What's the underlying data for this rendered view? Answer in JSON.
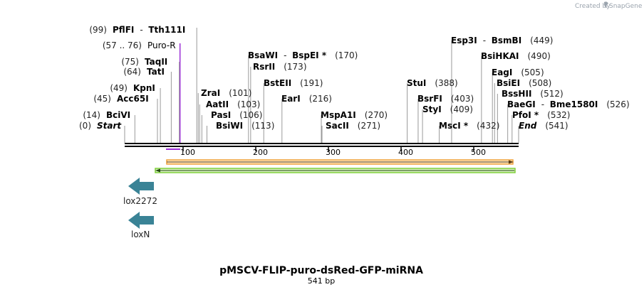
{
  "credit": {
    "created_by": "Created by",
    "brand": "SnapGene"
  },
  "map": {
    "name": "pMSCV-FLIP-puro-dsRed-GFP-miRNA",
    "length_label": "541 bp",
    "length": 541,
    "ticks": [
      "100",
      "200",
      "300",
      "400",
      "500"
    ]
  },
  "sites": [
    {
      "name": "PflFI",
      "sep": "-",
      "name2": "Tth111I",
      "pos": "(99)",
      "bp": 99
    },
    {
      "name": "Puro-R",
      "pos": "(57 .. 76)",
      "bp": 76,
      "color": "#9b2fd6"
    },
    {
      "name": "TaqII",
      "pos": "(75)",
      "bp": 75
    },
    {
      "name": "TatI",
      "pos": "(64)",
      "bp": 64
    },
    {
      "name": "KpnI",
      "pos": "(49)",
      "bp": 49
    },
    {
      "name": "Acc65I",
      "pos": "(45)",
      "bp": 45
    },
    {
      "name": "BciVI",
      "pos": "(14)",
      "bp": 14
    },
    {
      "name": "Start",
      "pos": "(0)",
      "bp": 0
    },
    {
      "name": "BsaWI",
      "sep": "-",
      "name2": "BspEI *",
      "pos": "(170)",
      "bp": 170
    },
    {
      "name": "RsrII",
      "pos": "(173)",
      "bp": 173
    },
    {
      "name": "BstEII",
      "pos": "(191)",
      "bp": 191
    },
    {
      "name": "ZraI",
      "pos": "(101)",
      "bp": 101
    },
    {
      "name": "AatII",
      "pos": "(103)",
      "bp": 103
    },
    {
      "name": "PasI",
      "pos": "(106)",
      "bp": 106
    },
    {
      "name": "BsiWI",
      "pos": "(113)",
      "bp": 113
    },
    {
      "name": "EarI",
      "pos": "(216)",
      "bp": 216
    },
    {
      "name": "MspA1I",
      "pos": "(270)",
      "bp": 270
    },
    {
      "name": "SacII",
      "pos": "(271)",
      "bp": 271
    },
    {
      "name": "StuI",
      "pos": "(388)",
      "bp": 388
    },
    {
      "name": "BsrFI",
      "pos": "(403)",
      "bp": 403
    },
    {
      "name": "StyI",
      "pos": "(409)",
      "bp": 409
    },
    {
      "name": "MscI *",
      "pos": "(432)",
      "bp": 432
    },
    {
      "name": "Esp3I",
      "sep": "-",
      "name2": "BsmBI",
      "pos": "(449)",
      "bp": 449
    },
    {
      "name": "BsiHKAI",
      "pos": "(490)",
      "bp": 490
    },
    {
      "name": "EagI",
      "pos": "(505)",
      "bp": 505
    },
    {
      "name": "BsiEI",
      "pos": "(508)",
      "bp": 508
    },
    {
      "name": "BssHII",
      "pos": "(512)",
      "bp": 512
    },
    {
      "name": "BaeGI",
      "sep": "-",
      "name2": "Bme1580I",
      "pos": "(526)",
      "bp": 526
    },
    {
      "name": "PfoI *",
      "pos": "(532)",
      "bp": 532
    },
    {
      "name": "End",
      "pos": "(541)",
      "bp": 541
    }
  ],
  "features": [
    {
      "name": "lox2272",
      "color": "#3a8396"
    },
    {
      "name": "loxN",
      "color": "#3a8396"
    }
  ],
  "colors": {
    "puro": "#9b2fd6",
    "orange_bar": "#f0a23a",
    "orange_fill": "#fbe7c5",
    "green_bar": "#7fcf3a",
    "green_fill": "#d9f3c2",
    "arrow": "#3a8396"
  }
}
